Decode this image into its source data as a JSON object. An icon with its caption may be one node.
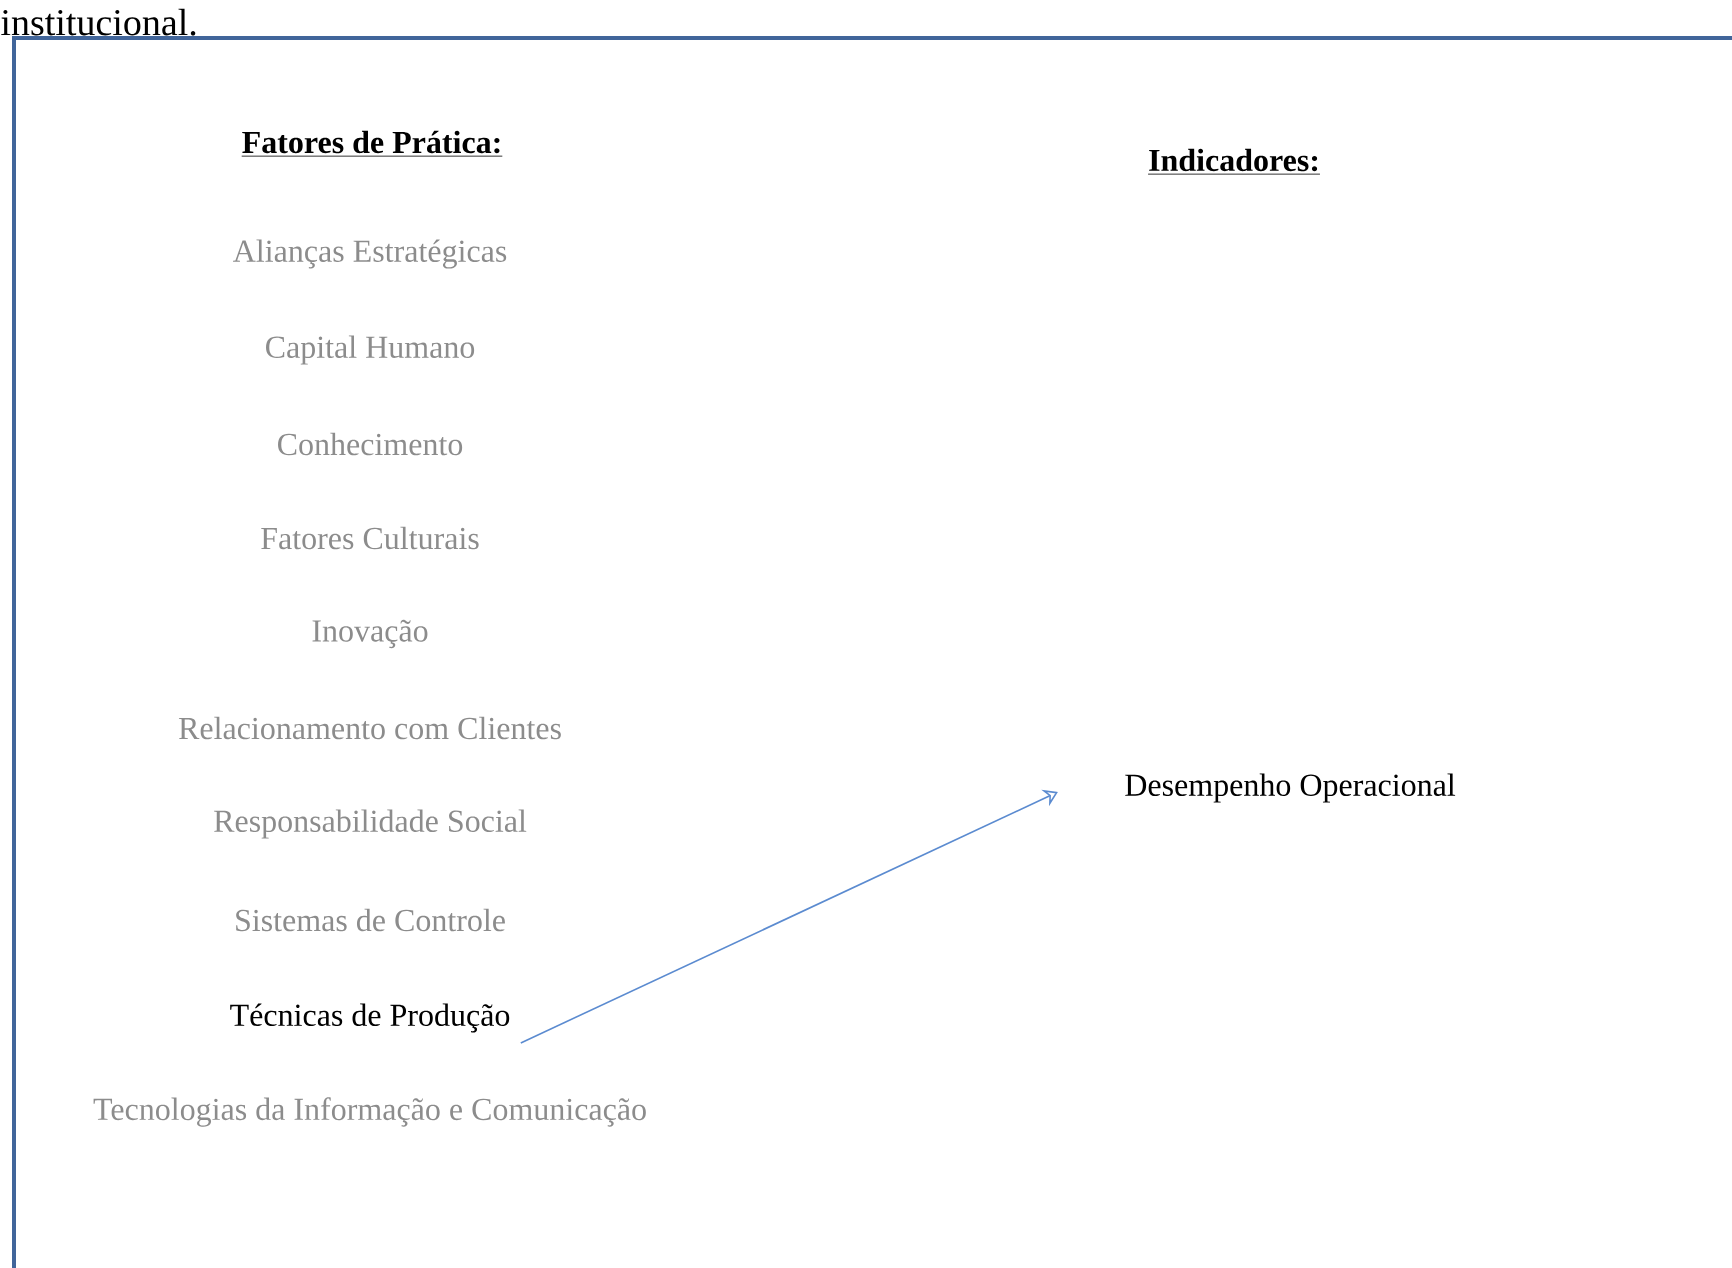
{
  "diagram": {
    "nodes": [
      {
        "text": [
          "Alianças Estratégicas"
        ]
      },
      {
        "text": [
          "Capital Humano"
        ]
      },
      {
        "text": [
          "Conhecimento"
        ]
      },
      {
        "text": [
          "Fatores Culturais"
        ]
      },
      {
        "text": [
          "Inovação"
        ]
      },
      {
        "text": [
          "Relacionamento com Clientes"
        ]
      },
      {
        "text": [
          "Responsabilidade Social"
        ]
      },
      {
        "text": [
          "Sistemas de Controle"
        ]
      },
      {
        "text": [
          "Técnicas de Produção"
        ]
      },
      {
        "text": [
          "Tecnologias da Informação e Comunicação"
        ]
      },
      {
        "text": [
          "Desempenho Operacional"
        ]
      }
    ],
    "edges": [
      {
        "from": 8,
        "to": 10,
        "arrow": "to",
        "color": "#5b8bd0"
      }
    ],
    "labels": [
      "institucional.",
      "Fatores de Prática:",
      "Indicadores:"
    ]
  }
}
